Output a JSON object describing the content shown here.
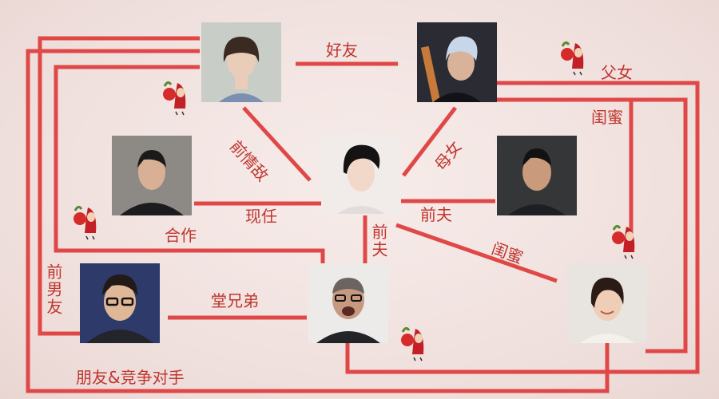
{
  "people": [
    {
      "id": "top-left",
      "description": "woman with short bob bangs",
      "bg": "#c9cdc8",
      "skin": "#e9cdb8",
      "hair": "#3a2a22",
      "shirt": "#7b8fb0"
    },
    {
      "id": "top-right",
      "description": "woman with blue-white hair and guitar",
      "bg": "#2a2b33",
      "skin": "#d8b39a",
      "hair": "#c8d6ea",
      "shirt": "#111318"
    },
    {
      "id": "mid-left",
      "description": "man in black jacket",
      "bg": "#8d8985",
      "skin": "#d8b096",
      "hair": "#1b1a1a",
      "shirt": "#1c1c1e"
    },
    {
      "id": "center",
      "description": "woman with short black hair",
      "bg": "#f1ecea",
      "skin": "#f1d8c8",
      "hair": "#141213",
      "shirt": "#f0ebe9"
    },
    {
      "id": "mid-right",
      "description": "man in dark shirt",
      "bg": "#353638",
      "skin": "#c99a7c",
      "hair": "#121212",
      "shirt": "#1e1f24"
    },
    {
      "id": "bottom-left",
      "description": "man with glasses",
      "bg": "#2d3a6a",
      "skin": "#e0b898",
      "hair": "#221a17",
      "shirt": "#23252b"
    },
    {
      "id": "bottom-center",
      "description": "bald man shouting",
      "bg": "#ecebea",
      "skin": "#c69a80",
      "hair": "#6c6460",
      "shirt": "#222428"
    },
    {
      "id": "bottom-right",
      "description": "smiling woman",
      "bg": "#e8e4e0",
      "skin": "#efcdb6",
      "hair": "#2a1b16",
      "shirt": "#f4f0ec"
    }
  ],
  "labels": {
    "good_friends": "好友",
    "father_daughter": "父女",
    "best_friends_top": "闺蜜",
    "former_love_rival": "前情敌",
    "mother_daughter": "母女",
    "current": "现任",
    "ex_husband_right": "前夫",
    "cooperation": "合作",
    "ex_husband_center": "前夫",
    "best_friends_bottom": "闺蜜",
    "ex_boyfriend": "前男友",
    "cousins": "堂兄弟",
    "friends_and_rivals": "朋友&竞争对手"
  },
  "colors": {
    "line": "#e04848",
    "text": "#c0352e",
    "background": "#f3e6e4"
  },
  "mascot_icon": "red-riding-hood-apple-icon"
}
